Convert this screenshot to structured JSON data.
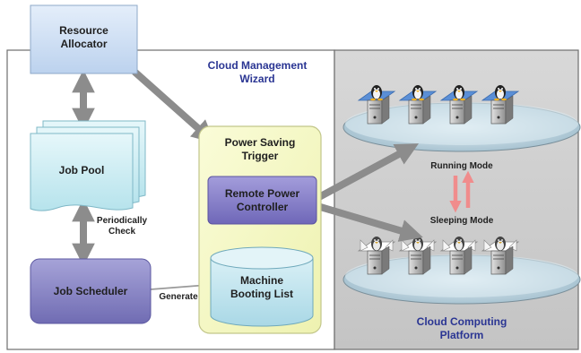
{
  "diagram": {
    "resource_allocator": {
      "line1": "Resource",
      "line2": "Allocator"
    },
    "cloud_management": {
      "line1": "Cloud Management",
      "line2": "Wizard"
    },
    "job_pool": "Job Pool",
    "periodically_check": {
      "line1": "Periodically",
      "line2": "Check"
    },
    "job_scheduler": "Job Scheduler",
    "generate": "Generate",
    "power_saving_trigger": {
      "line1": "Power Saving",
      "line2": "Trigger"
    },
    "remote_power_controller": {
      "line1": "Remote Power",
      "line2": "Controller"
    },
    "machine_booting_list": {
      "line1": "Machine",
      "line2": "Booting List"
    },
    "running_mode": "Running Mode",
    "sleeping_mode": "Sleeping Mode",
    "cloud_computing_platform": {
      "line1": "Cloud Computing",
      "line2": "Platform"
    }
  },
  "colors": {
    "allocator_fill": "#cfe0f4",
    "scheduler_fill": "#8c8ac6",
    "trigger_fill": "#f3f6c2",
    "controller_fill": "#8b83c7",
    "pool_fill": "#c6ecf2",
    "platform_bg": "#d9d9d9",
    "arrow_gray": "#8c8c8c",
    "mode_arrow": "#f08c8c",
    "title_blue": "#2a3593"
  },
  "servers": {
    "running_count": 4,
    "sleeping_count": 4
  }
}
